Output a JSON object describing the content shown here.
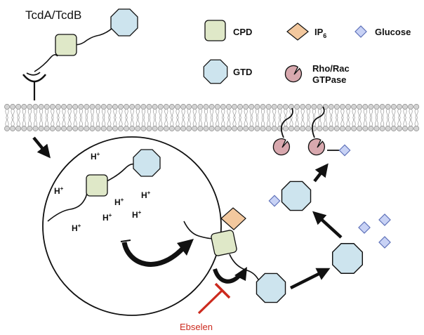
{
  "title": "TcdA/TcdB",
  "legend": {
    "cpd": "CPD",
    "ip6_base": "IP",
    "ip6_sub": "6",
    "glucose": "Glucose",
    "gtd": "GTD",
    "rho_line1": "Rho/Rac",
    "rho_line2": "GTPase"
  },
  "proton": {
    "base": "H",
    "sup": "+"
  },
  "inhibitor": "Ebselen",
  "colors": {
    "cpd_fill": "#dfe8c8",
    "gtd_fill": "#cde4ee",
    "ip6_fill": "#f3c89e",
    "glucose_fill": "#c8d2f5",
    "rho_fill": "#d8a8ae",
    "inhibitor": "#cc2a1e",
    "membrane": "#d4d4d4"
  },
  "icons": [
    "receptor-icon",
    "cpd-square-icon",
    "gtd-octagon-icon",
    "ip6-diamond-icon",
    "glucose-diamond-icon",
    "rho-gtpase-icon",
    "arrow-icon",
    "inhibition-bar-icon"
  ]
}
